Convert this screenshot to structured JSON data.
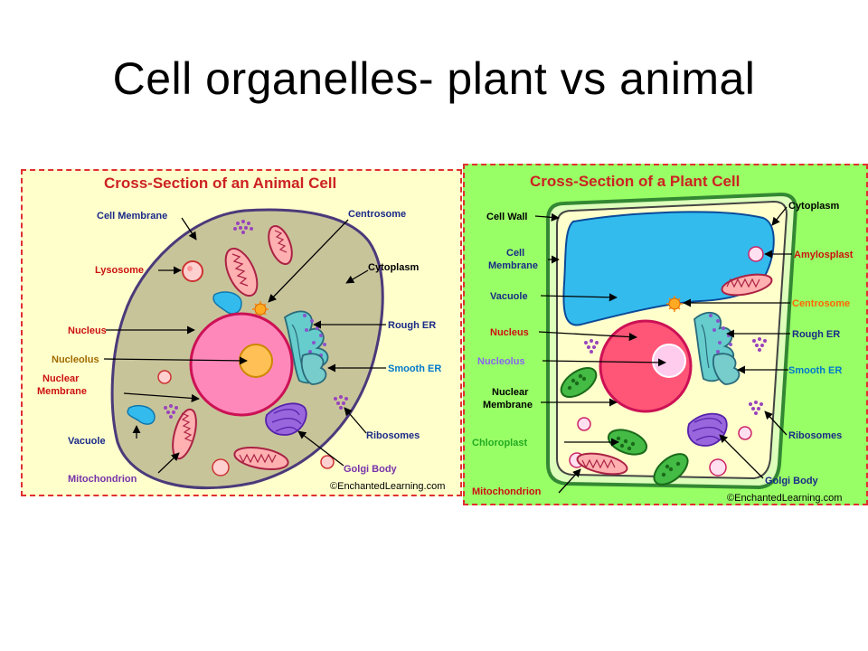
{
  "slide": {
    "title": "Cell organelles- plant vs animal"
  },
  "animal": {
    "title": "Cross-Section of an Animal Cell",
    "labels": {
      "cell_membrane": "Cell Membrane",
      "lysosome": "Lysosome",
      "nucleus": "Nucleus",
      "nucleolus": "Nucleolus",
      "nuclear_membrane_1": "Nuclear",
      "nuclear_membrane_2": "Membrane",
      "vacuole": "Vacuole",
      "mitochondrion": "Mitochondrion",
      "centrosome": "Centrosome",
      "cytoplasm": "Cytoplasm",
      "rough_er": "Rough ER",
      "smooth_er": "Smooth ER",
      "ribosomes": "Ribosomes",
      "golgi_body": "Golgi Body"
    },
    "credit": "©EnchantedLearning.com"
  },
  "plant": {
    "title": "Cross-Section of a Plant Cell",
    "labels": {
      "cell_wall": "Cell Wall",
      "cell_membrane_1": "Cell",
      "cell_membrane_2": "Membrane",
      "vacuole": "Vacuole",
      "nucleus": "Nucleus",
      "nucleolus": "Nucleolus",
      "nuclear_membrane_1": "Nuclear",
      "nuclear_membrane_2": "Membrane",
      "chloroplast": "Chloroplast",
      "mitochondrion": "Mitochondrion",
      "cytoplasm": "Cytoplasm",
      "amylosplast": "Amylosplast",
      "centrosome": "Centrosome",
      "rough_er": "Rough ER",
      "smooth_er": "Smooth ER",
      "ribosomes": "Ribosomes",
      "golgi_body": "Golgi Body"
    },
    "credit": "©EnchantedLearning.com"
  },
  "colors": {
    "animal_bg": "#ffffcc",
    "plant_bg": "#99ff66",
    "cytoplasm_animal": "#c8c49a",
    "cytoplasm_plant": "#ffffcc",
    "nucleus": "#ff6699",
    "vacuole": "#33bbee",
    "chloroplast": "#44bb44",
    "title_red": "#cc2222"
  }
}
